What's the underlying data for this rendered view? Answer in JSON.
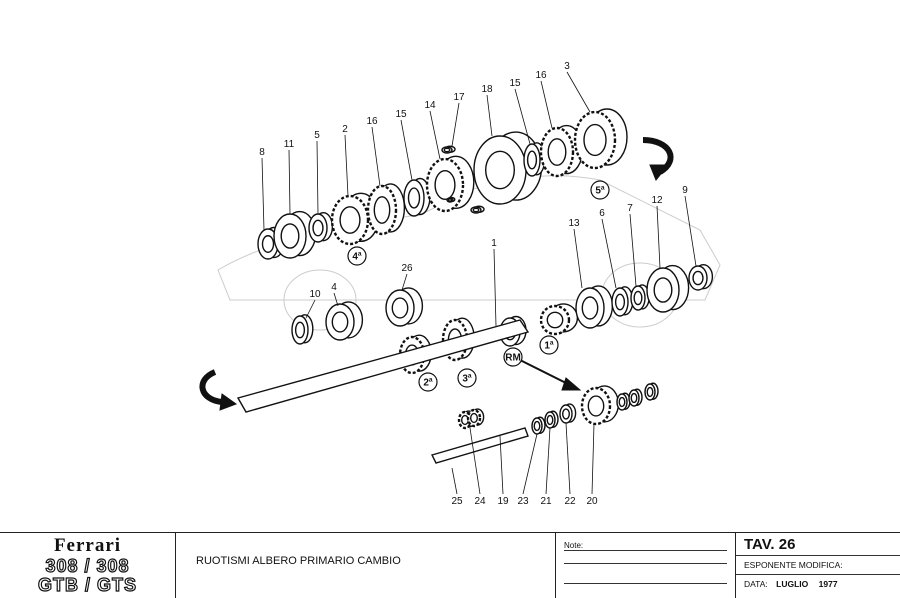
{
  "diagram": {
    "part_labels": [
      "8",
      "11",
      "5",
      "2",
      "16",
      "15",
      "14",
      "17",
      "18",
      "15",
      "16",
      "3",
      "13",
      "6",
      "7",
      "12",
      "9",
      "1",
      "26",
      "10",
      "4",
      "25",
      "24",
      "19",
      "23",
      "21",
      "22",
      "20"
    ],
    "gear_labels": [
      "4ª",
      "5ª",
      "2ª",
      "3ª",
      "1ª",
      "RM"
    ]
  },
  "titleblock": {
    "brand": "Ferrari",
    "model_line1": "308 / 308",
    "model_line2": "GTB / GTS",
    "title": "RUOTISMI ALBERO PRIMARIO CAMBIO",
    "notes_label": "Note:",
    "table": "TAV. 26",
    "revision_label": "ESPONENTE MODIFICA:",
    "date_label": "DATA:",
    "date_month": "LUGLIO",
    "date_year": "1977"
  }
}
